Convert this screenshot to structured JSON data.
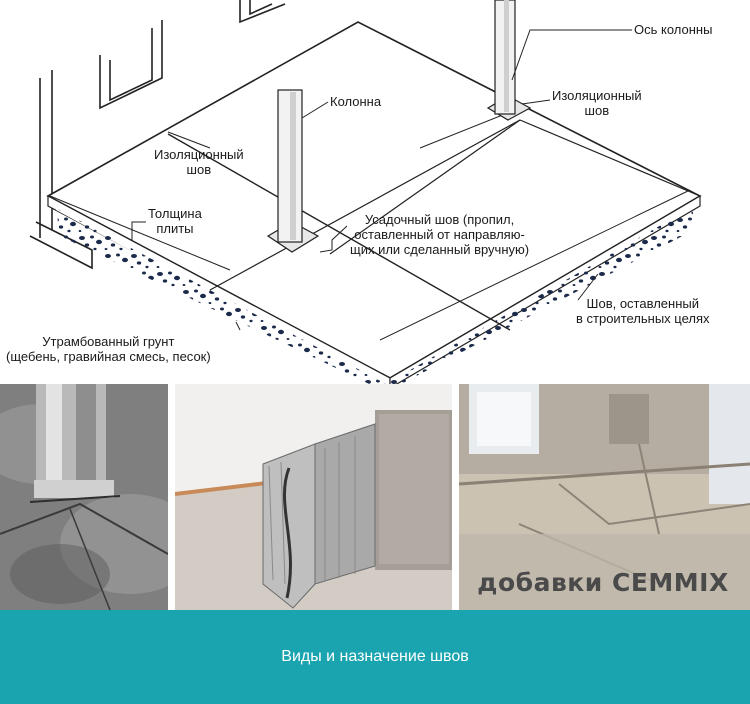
{
  "diagram": {
    "labels": {
      "column_axis": "Ось колонны",
      "isolation_joint_right": "Изоляционный\nшов",
      "column": "Колонна",
      "isolation_joint_left": "Изоляционный\nшов",
      "slab_thickness": "Толщина\nплиты",
      "shrinkage_joint": "Усадочный шов (пропил,\nоставленный от направляю-\nщих или сделанный вручную)",
      "construction_joint": "Шов, оставленный\nв строительных целях",
      "compacted_ground": "Утрамбованный грунт\n(щебень, гравийная смесь, песок)"
    }
  },
  "photos": {
    "watermark": "добавки CEMMIX"
  },
  "caption": "Виды и назначение швов",
  "colors": {
    "caption_bar": "#1aa4b0",
    "caption_text": "#ffffff",
    "gravel": "#1b2a4a"
  }
}
